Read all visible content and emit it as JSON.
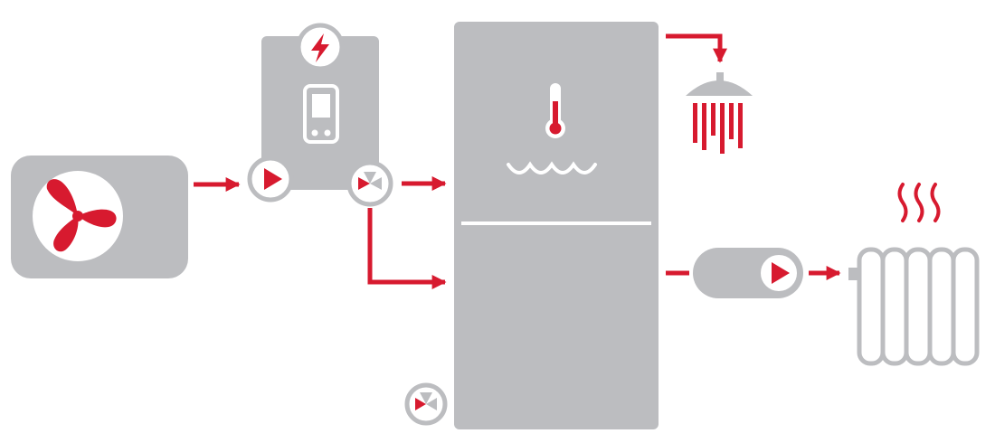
{
  "colors": {
    "component_gray": "#bcbdc0",
    "accent_red": "#d71a2f",
    "outline_white": "#ffffff",
    "background": "#ffffff"
  },
  "components": [
    {
      "id": "heat-pump-unit",
      "icon": "fan-icon"
    },
    {
      "id": "controller-unit",
      "icon": "thermostat-display-icon"
    },
    {
      "id": "power-supply",
      "icon": "lightning-bolt-icon"
    },
    {
      "id": "circulation-pump",
      "icon": "pump-play-icon"
    },
    {
      "id": "diverter-valve",
      "icon": "valve-icon"
    },
    {
      "id": "storage-tank",
      "icon": "thermometer-icon"
    },
    {
      "id": "tank-water-surface",
      "icon": "waves-icon"
    },
    {
      "id": "drain-valve",
      "icon": "valve-icon"
    },
    {
      "id": "heating-circuit-pump",
      "icon": "pump-play-icon"
    },
    {
      "id": "shower-outlet",
      "icon": "shower-icon"
    },
    {
      "id": "radiator",
      "icon": "radiator-icon"
    },
    {
      "id": "heat-rising",
      "icon": "heat-waves-icon"
    }
  ],
  "flows": [
    {
      "from": "heat-pump-unit",
      "to": "circulation-pump"
    },
    {
      "from": "diverter-valve",
      "to": "storage-tank-upper"
    },
    {
      "from": "diverter-valve",
      "to": "storage-tank-lower"
    },
    {
      "from": "storage-tank",
      "to": "shower-outlet"
    },
    {
      "from": "storage-tank",
      "to": "heating-circuit-pump"
    },
    {
      "from": "heating-circuit-pump",
      "to": "radiator"
    }
  ]
}
